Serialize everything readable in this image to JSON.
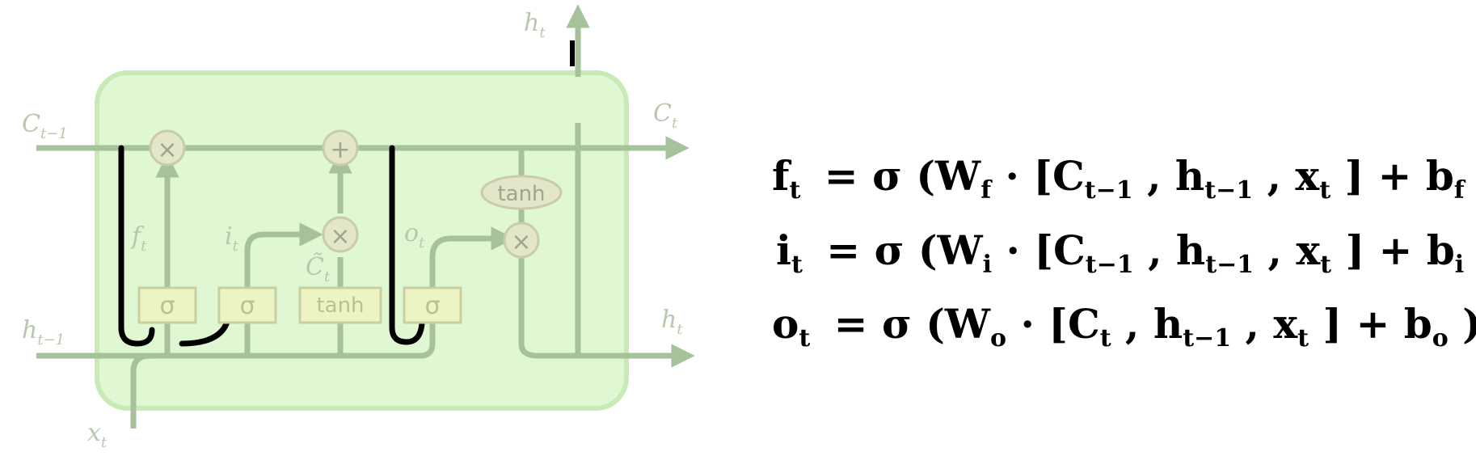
{
  "diagram": {
    "labels": {
      "c_prev": "C",
      "c_prev_sub": "t−1",
      "c_next": "C",
      "c_next_sub": "t",
      "h_prev": "h",
      "h_prev_sub": "t−1",
      "h_out_top": "h",
      "h_out_top_sub": "t",
      "h_out_right": "h",
      "h_out_right_sub": "t",
      "x_in": "x",
      "x_in_sub": "t",
      "f_gate": "f",
      "f_gate_sub": "t",
      "i_gate": "i",
      "i_gate_sub": "t",
      "o_gate": "o",
      "o_gate_sub": "t",
      "c_tilde": "C̃",
      "c_tilde_sub": "t"
    },
    "ops": {
      "multiply": "×",
      "add": "+",
      "sigma": "σ",
      "tanh": "tanh"
    },
    "colors": {
      "cell_fill": "#dff7d2",
      "cell_border": "#c9e9b7",
      "line": "#a6c29a",
      "gate_fill": "#eef3c3",
      "gate_border": "#c9d0a0",
      "op_fill": "#e3e6c9",
      "op_text": "#9fa68e",
      "peephole": "#000000"
    }
  },
  "equations": [
    {
      "lhs": "f",
      "lhs_sub": "t",
      "rhs": "= σ (W",
      "w_sub": "f",
      "bracket": " · [C",
      "c_sub": "t−1",
      "h": " , h",
      "h_sub": "t−1",
      "x": " , x",
      "x_sub": "t",
      "close": "] + b",
      "b_sub": "f",
      "end": ")"
    },
    {
      "lhs": "i",
      "lhs_sub": "t",
      "rhs": "= σ (W",
      "w_sub": "i",
      "bracket": " · [C",
      "c_sub": "t−1",
      "h": " , h",
      "h_sub": "t−1",
      "x": " , x",
      "x_sub": "t",
      "close": "] + b",
      "b_sub": "i",
      "end": ")"
    },
    {
      "lhs": "o",
      "lhs_sub": "t",
      "rhs": "= σ (W",
      "w_sub": "o",
      "bracket": " · [C",
      "c_sub": "t",
      "h": " , h",
      "h_sub": "t−1",
      "x": " , x",
      "x_sub": "t",
      "close": "] + b",
      "b_sub": "o",
      "end": ")"
    }
  ]
}
